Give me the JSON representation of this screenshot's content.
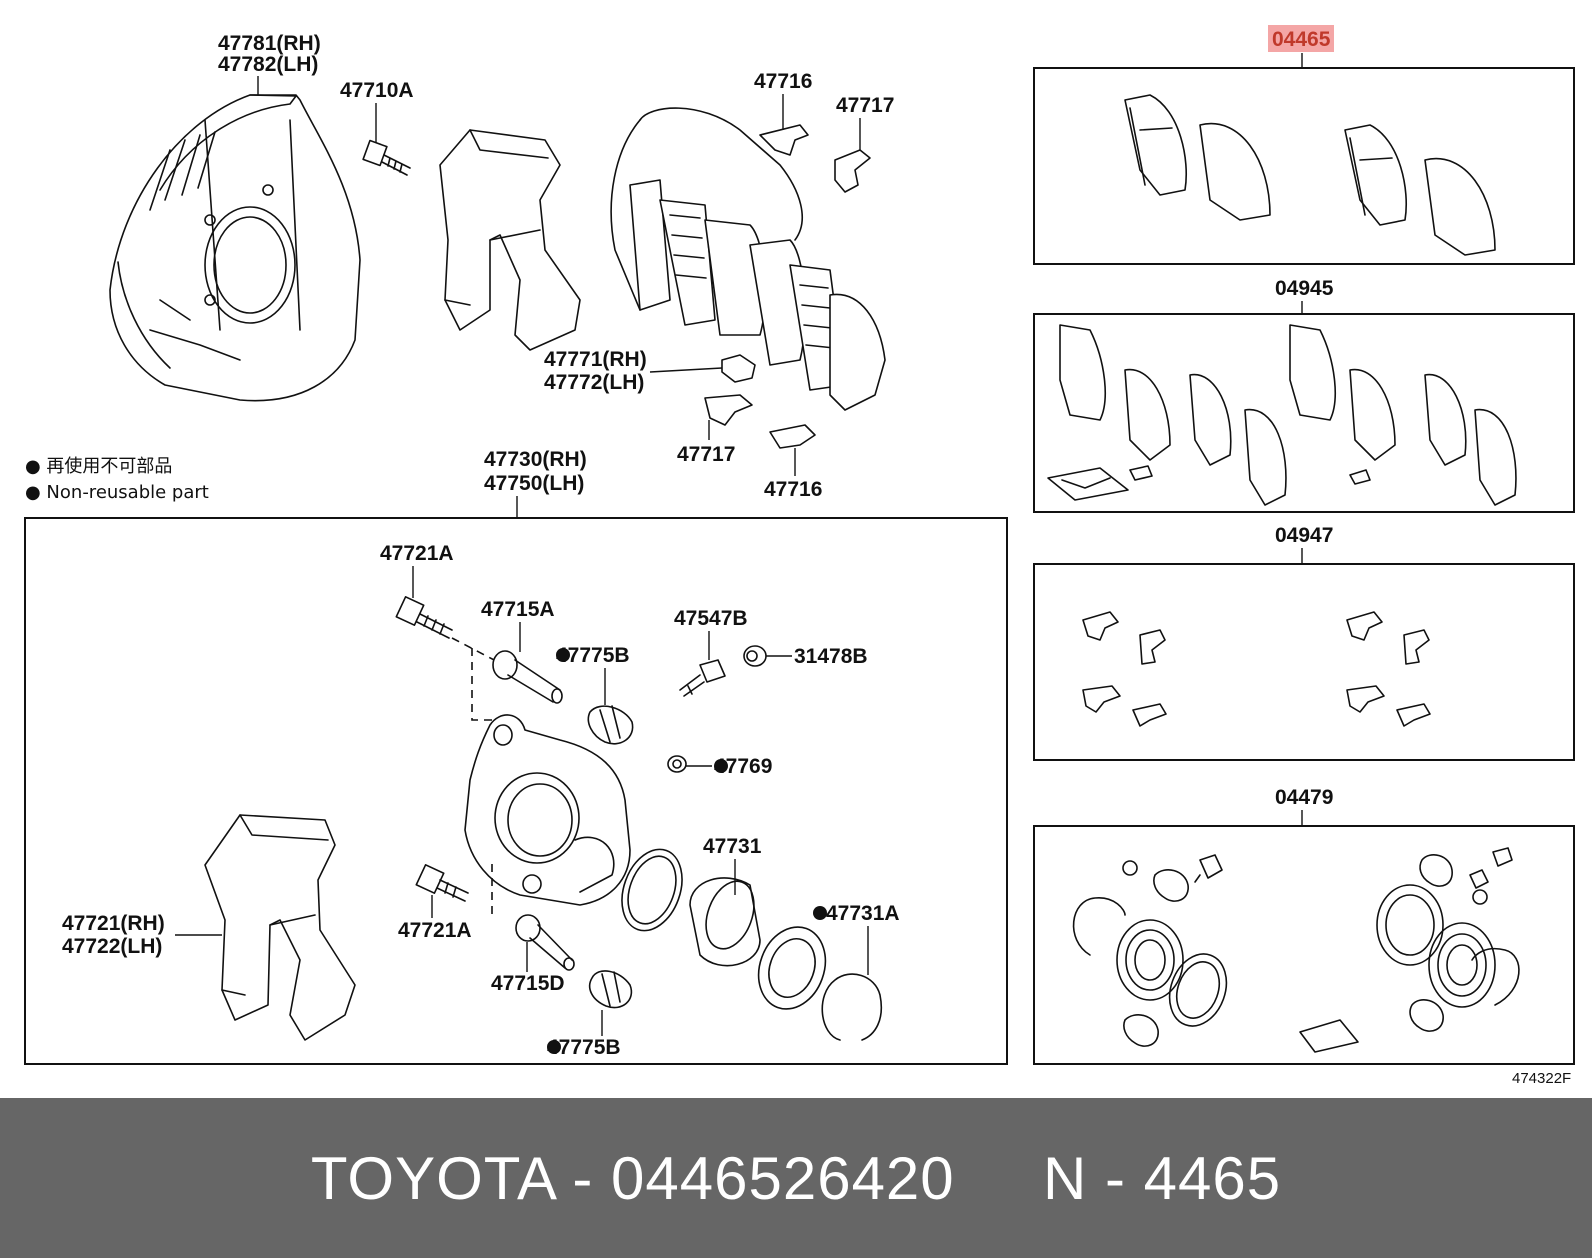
{
  "labels": {
    "shield_rh": "47781(RH)",
    "shield_lh": "47782(LH)",
    "bolt_top": "47710A",
    "clip_top_a": "47716",
    "clip_top_b": "47717",
    "shim_rh": "47771(RH)",
    "shim_lh": "47772(LH)",
    "clip_mid_b": "47717",
    "clip_mid_a": "47716",
    "caliper_rh": "47730(RH)",
    "caliper_lh": "47750(LH)",
    "bolt_a_top": "47721A",
    "pin_a": "47715A",
    "boot_b_top": "47775B",
    "bleeder": "47547B",
    "cap": "31478B",
    "ring_cap": "47769",
    "seal": "47731",
    "ring_a": "47731A",
    "torque_rh": "47721(RH)",
    "torque_lh": "47722(LH)",
    "bolt_a_bottom": "47721A",
    "pin_d": "47715D",
    "boot_b_bottom": "47775B"
  },
  "legend": {
    "line1": "● 再使用不可部品",
    "line2": "● Non-reusable part"
  },
  "kits": {
    "pad_kit": "04465",
    "pad_set": "04945",
    "fitting_kit": "04947",
    "cylinder_kit": "04479"
  },
  "ref_code": "474322F",
  "footer": {
    "text": "TOYOTA - 0446526420     N - 4465"
  },
  "colors": {
    "highlight": "#f4a6a6",
    "highlight_text": "#c0392b",
    "footer_bg": "#666666",
    "footer_text": "#ffffff"
  }
}
